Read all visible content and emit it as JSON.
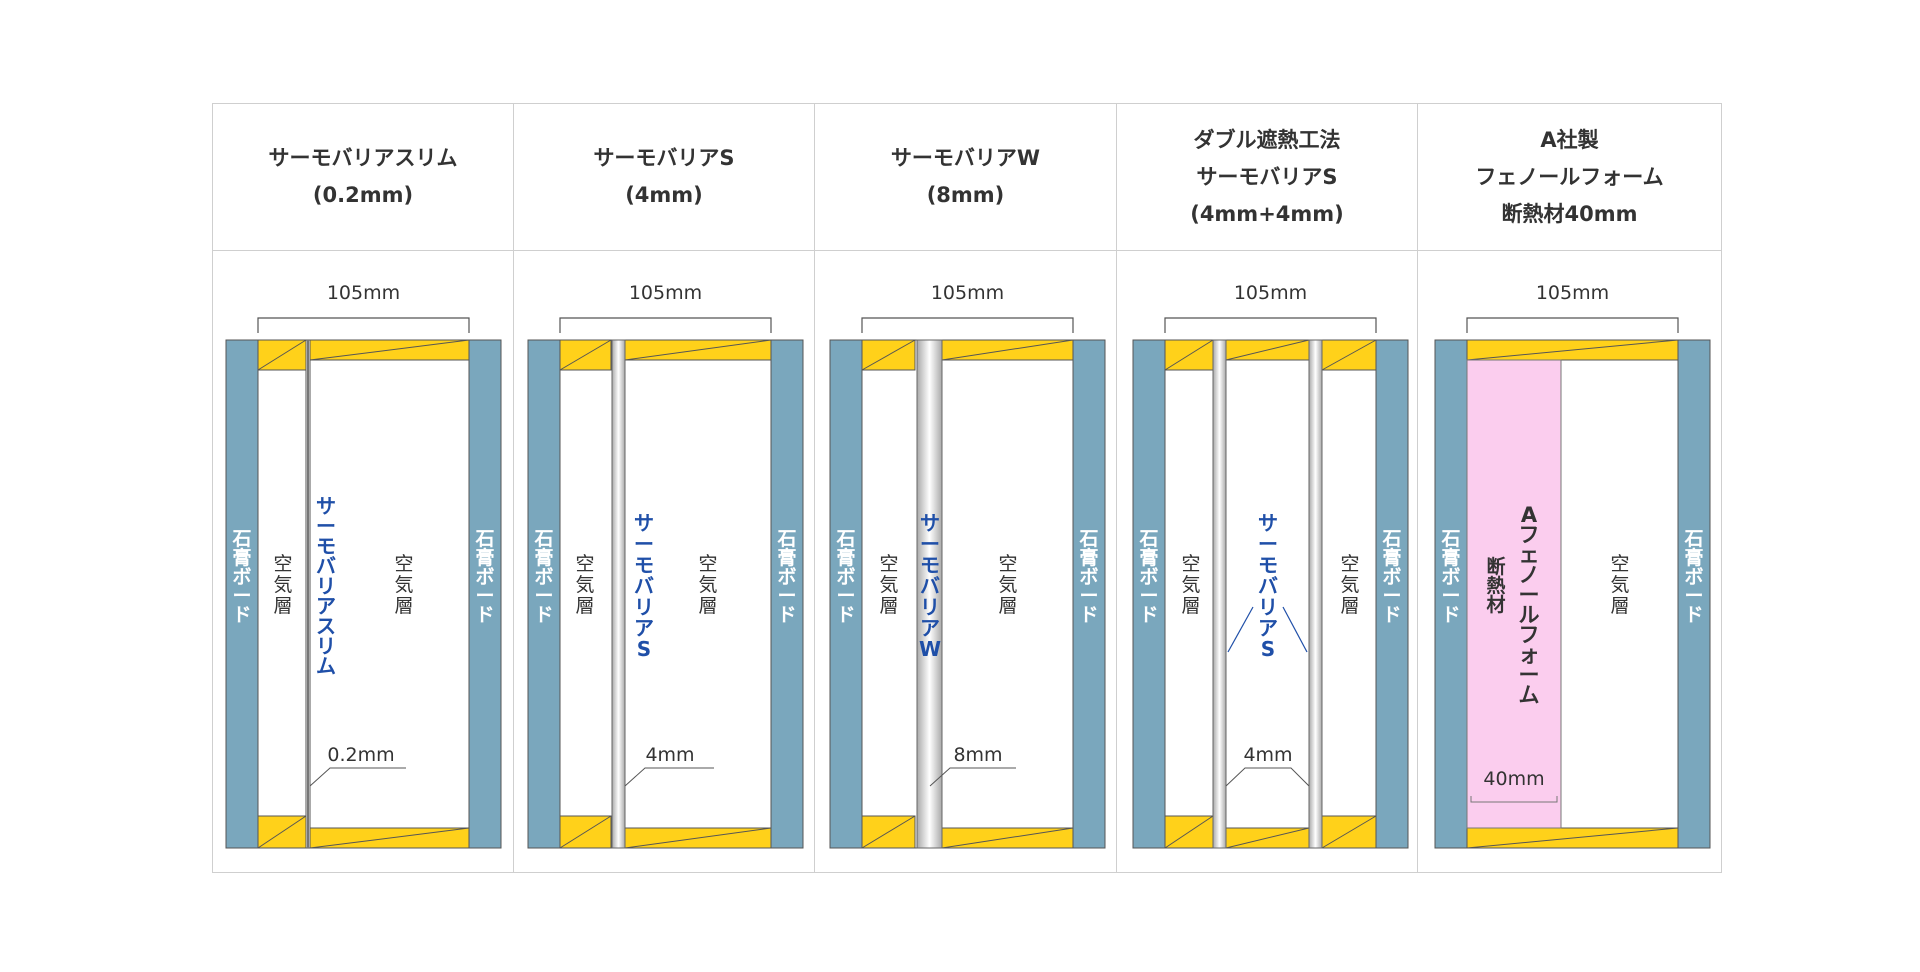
{
  "columns": [
    {
      "header": [
        "サーモバリアスリム",
        "(0.2mm)"
      ],
      "dimension_top": "105mm",
      "board_label": "石膏ボード",
      "air_left": "空気層",
      "air_right": "空気層",
      "barrier_label": "サーモバリアスリム",
      "thickness_label": "0.2mm"
    },
    {
      "header": [
        "サーモバリアS",
        "(4mm)"
      ],
      "dimension_top": "105mm",
      "board_label": "石膏ボード",
      "air_left": "空気層",
      "air_right": "空気層",
      "barrier_label": "サーモバリアS",
      "thickness_label": "4mm"
    },
    {
      "header": [
        "サーモバリアW",
        "(8mm)"
      ],
      "dimension_top": "105mm",
      "board_label": "石膏ボード",
      "air_left": "空気層",
      "air_right": "空気層",
      "barrier_label": "サーモバリアW",
      "thickness_label": "8mm"
    },
    {
      "header": [
        "ダブル遮熱工法",
        "サーモバリアS",
        "(4mm+4mm)"
      ],
      "dimension_top": "105mm",
      "board_label": "石膏ボード",
      "air_left": "空気層",
      "air_right": "空気層",
      "barrier_label": "サーモバリアS",
      "thickness_label": "4mm"
    },
    {
      "header": [
        "A社製",
        "フェノールフォーム",
        "断熱材40mm"
      ],
      "dimension_top": "105mm",
      "board_label": "石膏ボード",
      "foam_label": "Aフェノールフォーム",
      "foam_sub": "断熱材",
      "air_right": "空気層",
      "thickness_label": "40mm"
    }
  ],
  "colors": {
    "board": "#7aa7bd",
    "stud": "#ffd11a",
    "barrier_text": "#1f4fa8",
    "foam": "#fbcdee",
    "grid": "#cfcfcf",
    "text": "#333333"
  }
}
